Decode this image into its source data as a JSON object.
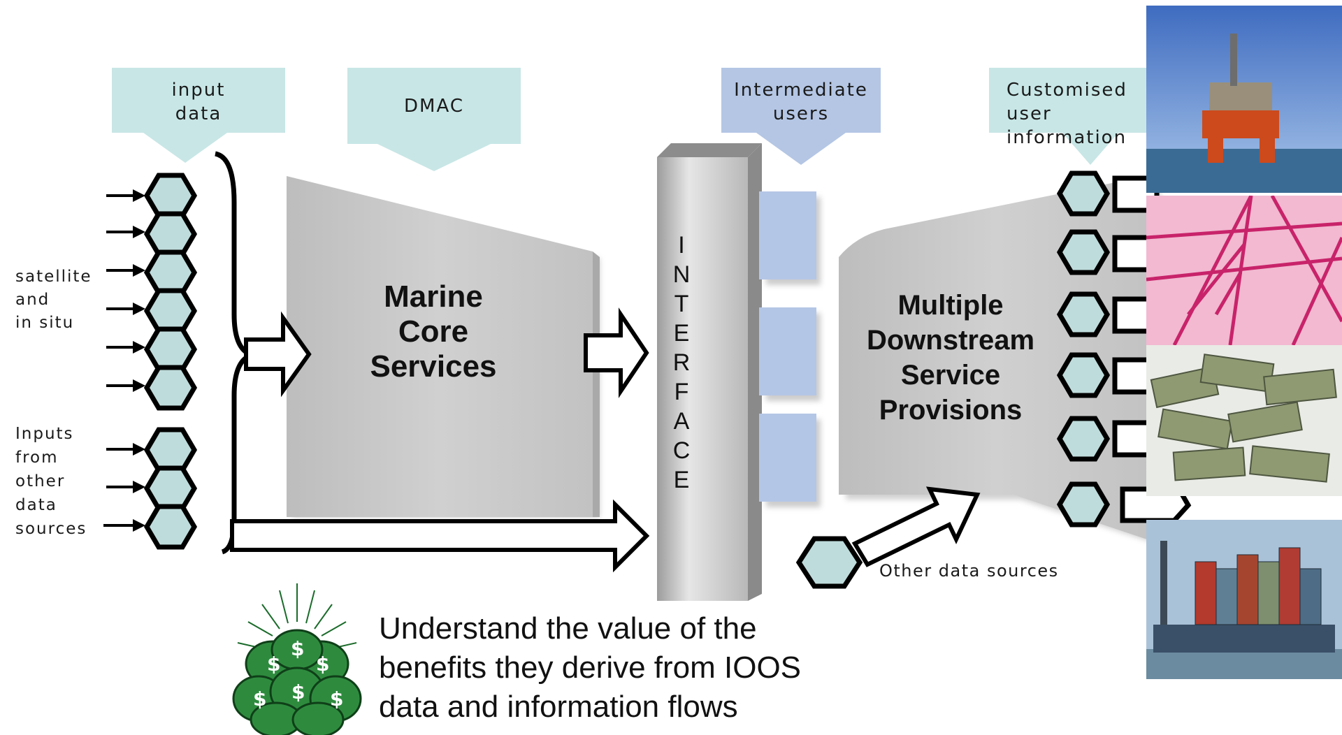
{
  "top_arrows": {
    "input_data": "input\ndata",
    "dmac": "DMAC",
    "intermediate_users": "Intermediate\nusers",
    "customised": "Customised user information"
  },
  "left_labels": {
    "satellite": "satellite\nand\nin situ",
    "inputs_other": "Inputs\nfrom\nother\ndata\nsources"
  },
  "blocks": {
    "marine_core": "Marine\nCore\nServices",
    "interface_letters": [
      "I",
      "N",
      "T",
      "E",
      "R",
      "F",
      "A",
      "C",
      "E"
    ],
    "downstream": "Multiple\nDownstream\nService\nProvisions"
  },
  "other_data_sources": "Other data sources",
  "caption": "Understand the value of the\nbenefits they derive from IOOS\ndata and information flows",
  "colors": {
    "arrow_teal": "#c8e6e6",
    "arrow_lavender": "#b4c6e4",
    "hexagon_fill": "#bfdcdc",
    "block_gray": "#c8c8c8",
    "user_box": "#b4c6e6"
  },
  "icons": {
    "money_bags": "money-bags-icon",
    "photos": [
      "oil-rig-photo",
      "power-pylon-photo",
      "money-stack-photo",
      "container-ship-photo"
    ]
  }
}
